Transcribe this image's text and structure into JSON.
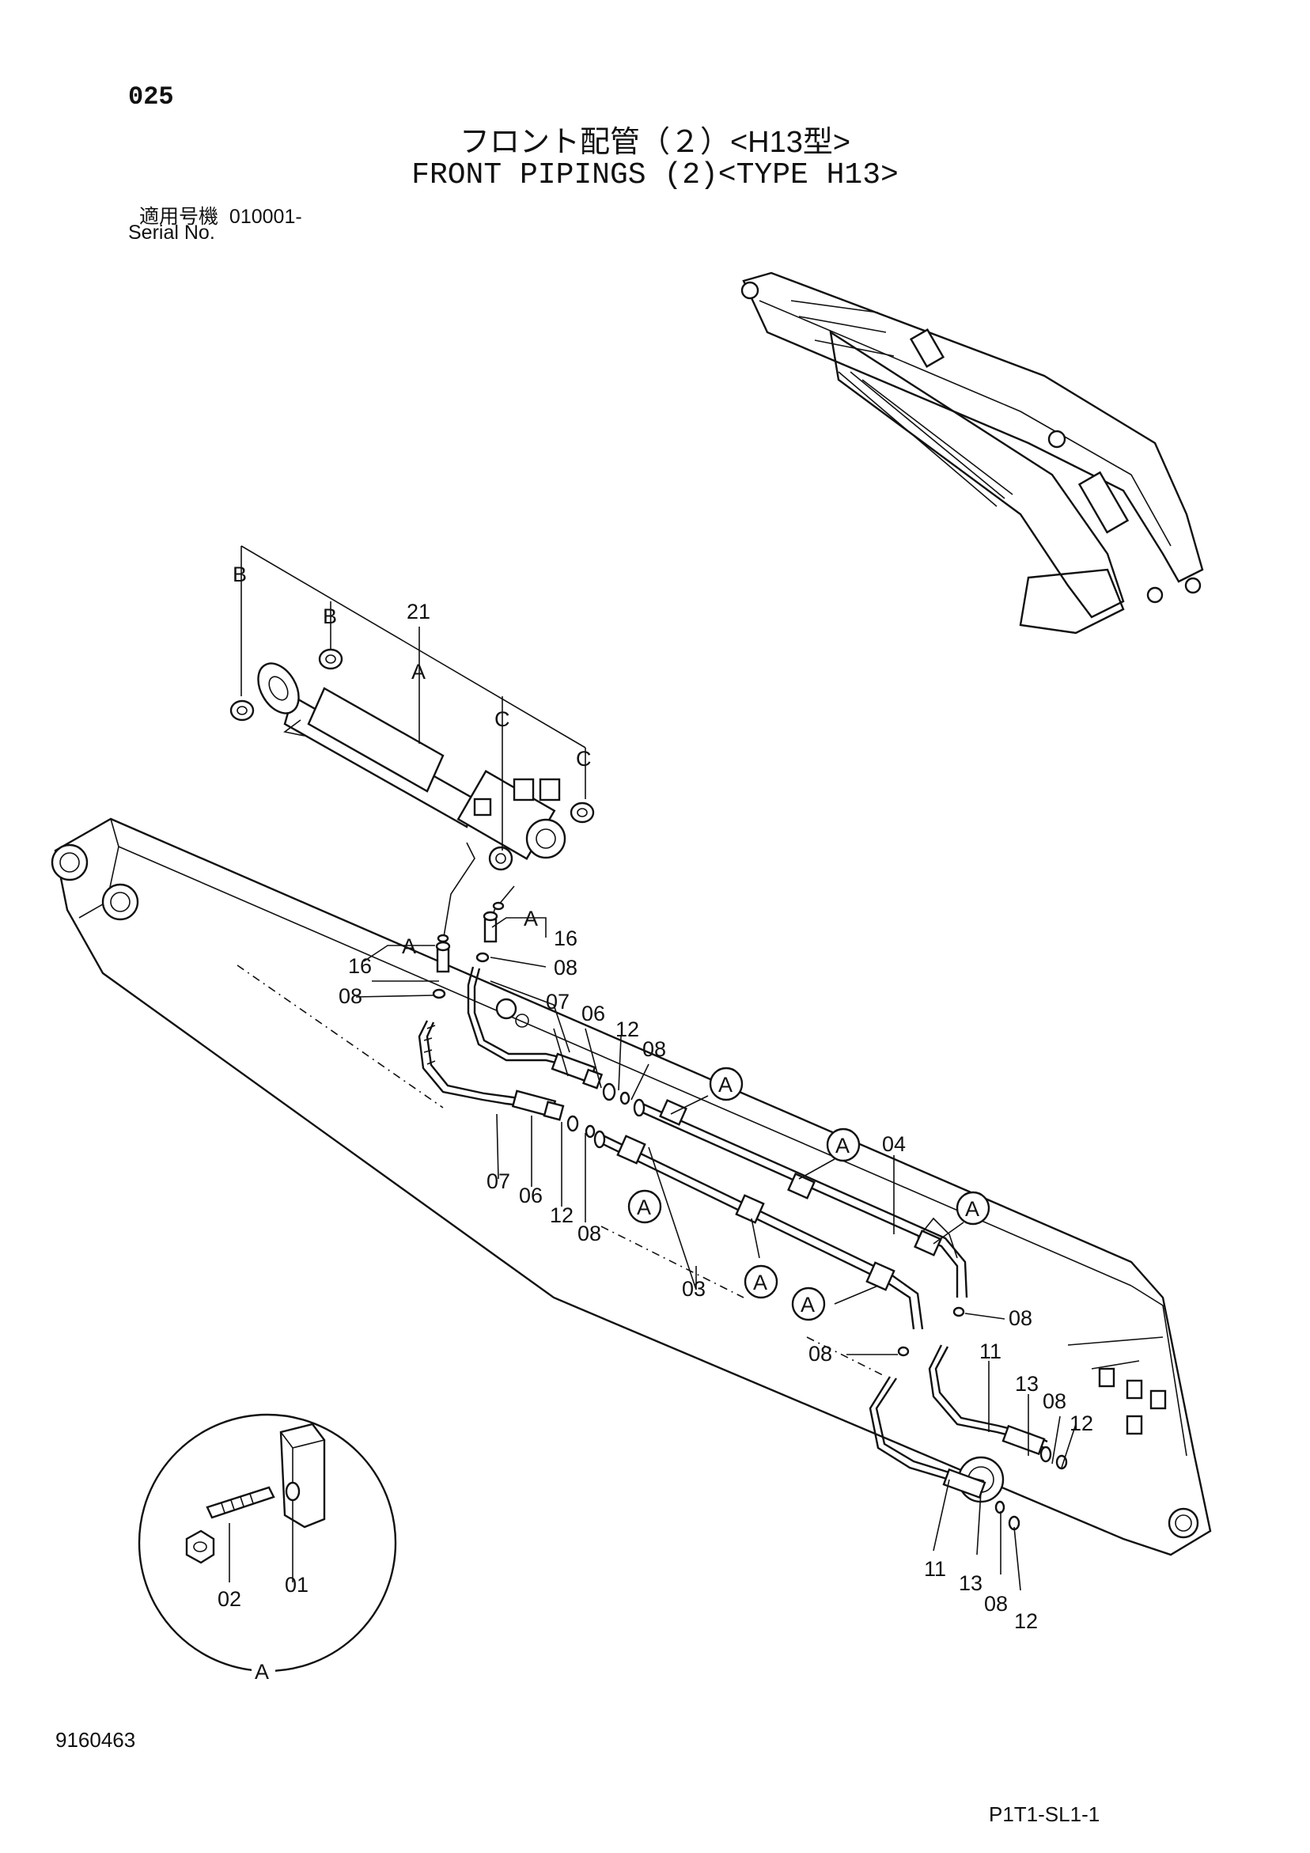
{
  "header": {
    "page_number": "025",
    "title_jp": "フロント配管（２）<H13型>",
    "title_en": "FRONT PIPINGS (2)<TYPE H13>",
    "serial_label_jp": "適用号機",
    "serial_value": "010001-",
    "serial_label_en": "Serial No."
  },
  "footer": {
    "doc_number": "9160463",
    "ref_code": "P1T1-SL1-1"
  },
  "part_labels": {
    "p21": "21",
    "p16a": "16",
    "p16b": "16",
    "p08a": "08",
    "p08b": "08",
    "p08c": "08",
    "p08d": "08",
    "p08e": "08",
    "p08f": "08",
    "p08g": "08",
    "p08h": "08",
    "p07a": "07",
    "p07b": "07",
    "p06a": "06",
    "p06b": "06",
    "p12a": "12",
    "p12b": "12",
    "p12c": "12",
    "p12d": "12",
    "p04": "04",
    "p03": "03",
    "p11a": "11",
    "p11b": "11",
    "p13a": "13",
    "p13b": "13",
    "p01": "01",
    "p02": "02"
  },
  "reference_letters": {
    "a": "A",
    "b": "B",
    "c": "C"
  }
}
